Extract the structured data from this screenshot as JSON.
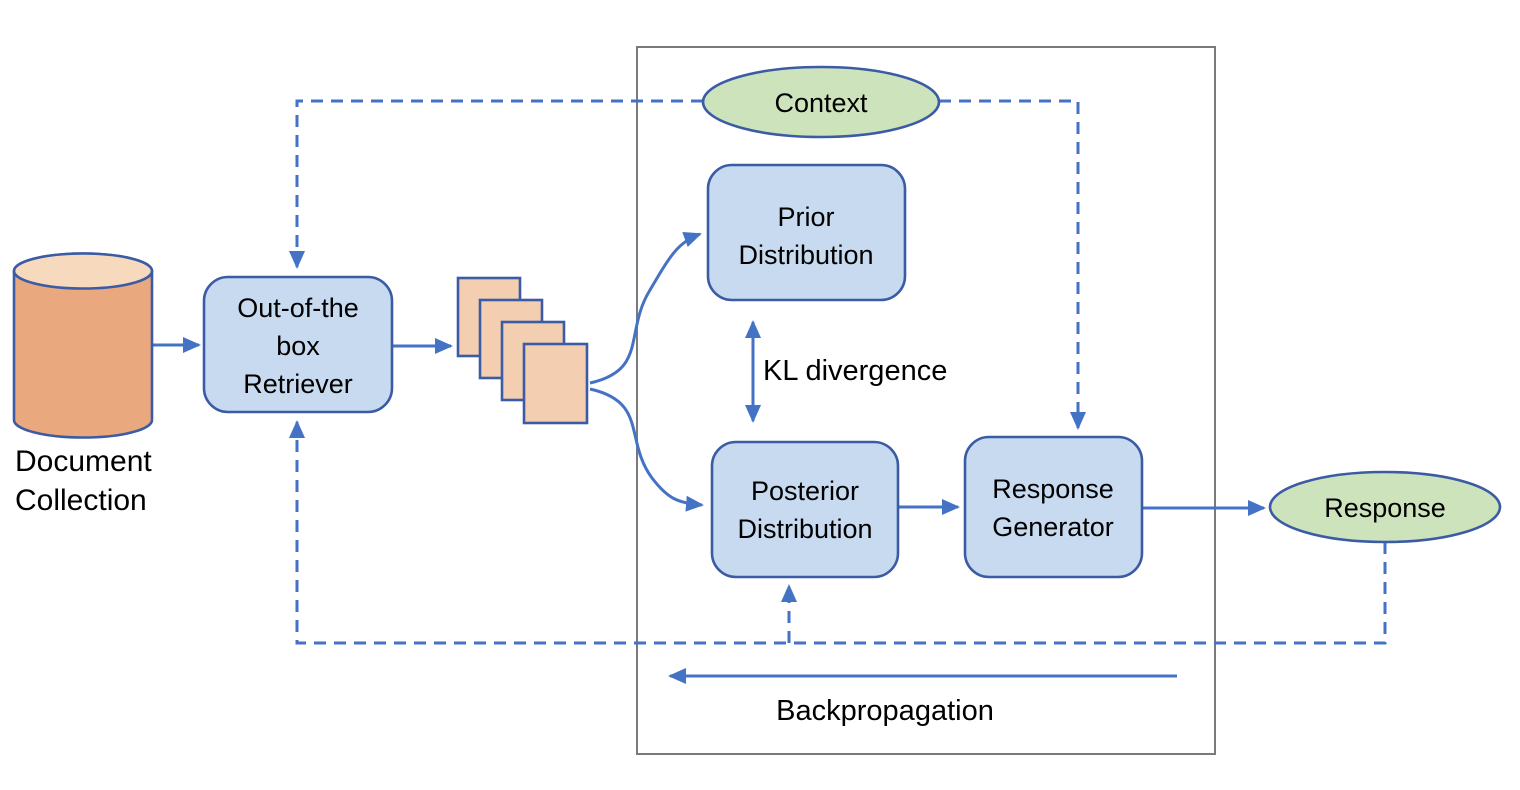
{
  "diagram": {
    "type": "flow-architecture",
    "description_labels": {
      "kl_label": "KL divergence",
      "backprop_label": "Backpropagation"
    },
    "nodes": {
      "document_collection": {
        "shape": "cylinder",
        "lines": [
          "Document",
          "Collection"
        ]
      },
      "retriever": {
        "shape": "rounded-rect",
        "lines": [
          "Out-of-the",
          "box",
          "Retriever"
        ]
      },
      "retrieved_documents": {
        "shape": "page-stack",
        "label": ""
      },
      "prior": {
        "shape": "rounded-rect",
        "lines": [
          "Prior",
          "Distribution"
        ]
      },
      "posterior": {
        "shape": "rounded-rect",
        "lines": [
          "Posterior",
          "Distribution"
        ]
      },
      "generator": {
        "shape": "rounded-rect",
        "lines": [
          "Response",
          "Generator"
        ]
      },
      "context": {
        "shape": "ellipse",
        "label": "Context"
      },
      "response": {
        "shape": "ellipse",
        "label": "Response"
      }
    },
    "colors": {
      "arrow_blue": "#4472C4",
      "node_fill_blue": "#C7DAEF",
      "node_border_blue": "#3B5BA5",
      "ellipse_fill_green": "#CDE3BC",
      "cylinder_fill": "#EAA87E",
      "cylinder_top_fill": "#F7D9BE",
      "page_fill": "#F4CEB1",
      "frame_border_gray": "#7A7A7A",
      "text": "#000000"
    }
  }
}
